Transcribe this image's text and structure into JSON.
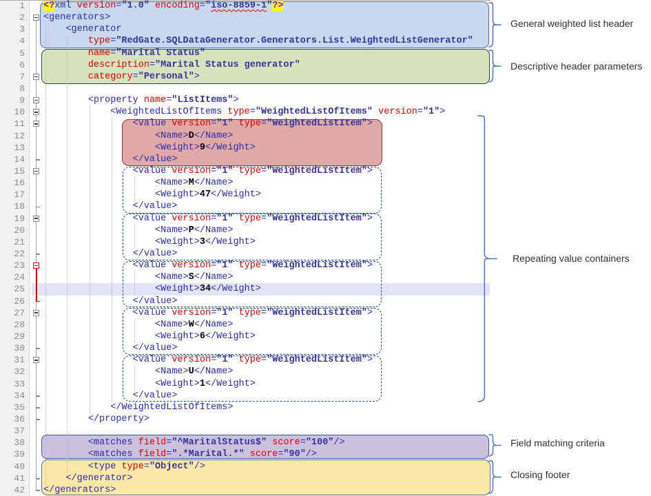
{
  "window": {
    "type": "xml-code-editor",
    "language": "xml"
  },
  "editor": {
    "current_line": 25,
    "current_line_color": "#e3e3f8",
    "pi_highlight_color": "#ffff00",
    "squiggle_text": "iso-8859-1",
    "token_styles": {
      "t": "tag",
      "a": "attribute-name",
      "e": "equals",
      "v": "attribute-value",
      "x": "text-content",
      "p": "processing-instruction-delimiter",
      "s": "whitespace",
      "w": "misspelled-attribute-value"
    },
    "lines": [
      {
        "n": 1,
        "tokens": [
          [
            "p",
            "<?"
          ],
          [
            "t",
            "xml"
          ],
          [
            "s",
            " "
          ],
          [
            "a",
            "version"
          ],
          [
            "e",
            "="
          ],
          [
            "v",
            "\"1.0\""
          ],
          [
            "s",
            " "
          ],
          [
            "a",
            "encoding"
          ],
          [
            "e",
            "="
          ],
          [
            "v",
            "\""
          ],
          [
            "w",
            "iso-8859-1"
          ],
          [
            "v",
            "\""
          ],
          [
            "p",
            "?>"
          ]
        ]
      },
      {
        "n": 2,
        "fold": "box",
        "tokens": [
          [
            "t",
            "<generators>"
          ]
        ]
      },
      {
        "n": 3,
        "tokens": [
          [
            "s",
            "    "
          ],
          [
            "t",
            "<generator"
          ]
        ]
      },
      {
        "n": 4,
        "tokens": [
          [
            "s",
            "        "
          ],
          [
            "a",
            "type"
          ],
          [
            "e",
            "="
          ],
          [
            "v",
            "\"RedGate.SQLDataGenerator.Generators.List.WeightedListGenerator\""
          ]
        ]
      },
      {
        "n": 5,
        "tokens": [
          [
            "s",
            "        "
          ],
          [
            "a",
            "name"
          ],
          [
            "e",
            "="
          ],
          [
            "v",
            "\"Marital Status\""
          ]
        ]
      },
      {
        "n": 6,
        "tokens": [
          [
            "s",
            "        "
          ],
          [
            "a",
            "description"
          ],
          [
            "e",
            "="
          ],
          [
            "v",
            "\"Marital Status generator\""
          ]
        ]
      },
      {
        "n": 7,
        "fold": "box",
        "tokens": [
          [
            "s",
            "        "
          ],
          [
            "a",
            "category"
          ],
          [
            "e",
            "="
          ],
          [
            "v",
            "\"Personal\""
          ],
          [
            "t",
            ">"
          ]
        ]
      },
      {
        "n": 8,
        "tokens": []
      },
      {
        "n": 9,
        "fold": "box",
        "tokens": [
          [
            "s",
            "        "
          ],
          [
            "t",
            "<property"
          ],
          [
            "s",
            " "
          ],
          [
            "a",
            "name"
          ],
          [
            "e",
            "="
          ],
          [
            "v",
            "\"ListItems\""
          ],
          [
            "t",
            ">"
          ]
        ]
      },
      {
        "n": 10,
        "fold": "box",
        "tokens": [
          [
            "s",
            "            "
          ],
          [
            "t",
            "<WeightedListOfItems"
          ],
          [
            "s",
            " "
          ],
          [
            "a",
            "type"
          ],
          [
            "e",
            "="
          ],
          [
            "v",
            "\"WeightedListOfItems\""
          ],
          [
            "s",
            " "
          ],
          [
            "a",
            "version"
          ],
          [
            "e",
            "="
          ],
          [
            "v",
            "\"1\""
          ],
          [
            "t",
            ">"
          ]
        ]
      },
      {
        "n": 11,
        "fold": "box",
        "tokens": [
          [
            "s",
            "                "
          ],
          [
            "t",
            "<value"
          ],
          [
            "s",
            " "
          ],
          [
            "a",
            "version"
          ],
          [
            "e",
            "="
          ],
          [
            "v",
            "\"1\""
          ],
          [
            "s",
            " "
          ],
          [
            "a",
            "type"
          ],
          [
            "e",
            "="
          ],
          [
            "v",
            "\"WeightedListItem\""
          ],
          [
            "t",
            ">"
          ]
        ]
      },
      {
        "n": 12,
        "tokens": [
          [
            "s",
            "                    "
          ],
          [
            "t",
            "<Name>"
          ],
          [
            "x",
            "D"
          ],
          [
            "t",
            "</Name>"
          ]
        ]
      },
      {
        "n": 13,
        "tokens": [
          [
            "s",
            "                    "
          ],
          [
            "t",
            "<Weight>"
          ],
          [
            "x",
            "9"
          ],
          [
            "t",
            "</Weight>"
          ]
        ]
      },
      {
        "n": 14,
        "fold": "tick",
        "tokens": [
          [
            "s",
            "                "
          ],
          [
            "t",
            "</value>"
          ]
        ]
      },
      {
        "n": 15,
        "fold": "box",
        "tokens": [
          [
            "s",
            "                "
          ],
          [
            "t",
            "<value"
          ],
          [
            "s",
            " "
          ],
          [
            "a",
            "version"
          ],
          [
            "e",
            "="
          ],
          [
            "v",
            "\"1\""
          ],
          [
            "s",
            " "
          ],
          [
            "a",
            "type"
          ],
          [
            "e",
            "="
          ],
          [
            "v",
            "\"WeightedListItem\""
          ],
          [
            "t",
            ">"
          ]
        ]
      },
      {
        "n": 16,
        "tokens": [
          [
            "s",
            "                    "
          ],
          [
            "t",
            "<Name>"
          ],
          [
            "x",
            "M"
          ],
          [
            "t",
            "</Name>"
          ]
        ]
      },
      {
        "n": 17,
        "tokens": [
          [
            "s",
            "                    "
          ],
          [
            "t",
            "<Weight>"
          ],
          [
            "x",
            "47"
          ],
          [
            "t",
            "</Weight>"
          ]
        ]
      },
      {
        "n": 18,
        "fold": "tick",
        "tokens": [
          [
            "s",
            "                "
          ],
          [
            "t",
            "</value>"
          ]
        ]
      },
      {
        "n": 19,
        "fold": "box",
        "tokens": [
          [
            "s",
            "                "
          ],
          [
            "t",
            "<value"
          ],
          [
            "s",
            " "
          ],
          [
            "a",
            "version"
          ],
          [
            "e",
            "="
          ],
          [
            "v",
            "\"1\""
          ],
          [
            "s",
            " "
          ],
          [
            "a",
            "type"
          ],
          [
            "e",
            "="
          ],
          [
            "v",
            "\"WeightedListItem\""
          ],
          [
            "t",
            ">"
          ]
        ]
      },
      {
        "n": 20,
        "tokens": [
          [
            "s",
            "                    "
          ],
          [
            "t",
            "<Name>"
          ],
          [
            "x",
            "P"
          ],
          [
            "t",
            "</Name>"
          ]
        ]
      },
      {
        "n": 21,
        "tokens": [
          [
            "s",
            "                    "
          ],
          [
            "t",
            "<Weight>"
          ],
          [
            "x",
            "3"
          ],
          [
            "t",
            "</Weight>"
          ]
        ]
      },
      {
        "n": 22,
        "fold": "tick",
        "tokens": [
          [
            "s",
            "                "
          ],
          [
            "t",
            "</value>"
          ]
        ]
      },
      {
        "n": 23,
        "fold": "boxRed",
        "tokens": [
          [
            "s",
            "                "
          ],
          [
            "t",
            "<value"
          ],
          [
            "s",
            " "
          ],
          [
            "a",
            "version"
          ],
          [
            "e",
            "="
          ],
          [
            "v",
            "\"1\""
          ],
          [
            "s",
            " "
          ],
          [
            "a",
            "type"
          ],
          [
            "e",
            "="
          ],
          [
            "v",
            "\"WeightedListItem\""
          ],
          [
            "t",
            ">"
          ]
        ]
      },
      {
        "n": 24,
        "tokens": [
          [
            "s",
            "                    "
          ],
          [
            "t",
            "<Name>"
          ],
          [
            "x",
            "S"
          ],
          [
            "t",
            "</Name>"
          ]
        ]
      },
      {
        "n": 25,
        "tokens": [
          [
            "s",
            "                    "
          ],
          [
            "t",
            "<Weight>"
          ],
          [
            "x",
            "34"
          ],
          [
            "t",
            "</Weight>"
          ]
        ]
      },
      {
        "n": 26,
        "fold": "tickRed",
        "tokens": [
          [
            "s",
            "                "
          ],
          [
            "t",
            "</value>"
          ]
        ]
      },
      {
        "n": 27,
        "fold": "box",
        "tokens": [
          [
            "s",
            "                "
          ],
          [
            "t",
            "<value"
          ],
          [
            "s",
            " "
          ],
          [
            "a",
            "version"
          ],
          [
            "e",
            "="
          ],
          [
            "v",
            "\"1\""
          ],
          [
            "s",
            " "
          ],
          [
            "a",
            "type"
          ],
          [
            "e",
            "="
          ],
          [
            "v",
            "\"WeightedListItem\""
          ],
          [
            "t",
            ">"
          ]
        ]
      },
      {
        "n": 28,
        "tokens": [
          [
            "s",
            "                    "
          ],
          [
            "t",
            "<Name>"
          ],
          [
            "x",
            "W"
          ],
          [
            "t",
            "</Name>"
          ]
        ]
      },
      {
        "n": 29,
        "tokens": [
          [
            "s",
            "                    "
          ],
          [
            "t",
            "<Weight>"
          ],
          [
            "x",
            "6"
          ],
          [
            "t",
            "</Weight>"
          ]
        ]
      },
      {
        "n": 30,
        "fold": "tick",
        "tokens": [
          [
            "s",
            "                "
          ],
          [
            "t",
            "</value>"
          ]
        ]
      },
      {
        "n": 31,
        "fold": "box",
        "tokens": [
          [
            "s",
            "                "
          ],
          [
            "t",
            "<value"
          ],
          [
            "s",
            " "
          ],
          [
            "a",
            "version"
          ],
          [
            "e",
            "="
          ],
          [
            "v",
            "\"1\""
          ],
          [
            "s",
            " "
          ],
          [
            "a",
            "type"
          ],
          [
            "e",
            "="
          ],
          [
            "v",
            "\"WeightedListItem\""
          ],
          [
            "t",
            ">"
          ]
        ]
      },
      {
        "n": 32,
        "tokens": [
          [
            "s",
            "                    "
          ],
          [
            "t",
            "<Name>"
          ],
          [
            "x",
            "U"
          ],
          [
            "t",
            "</Name>"
          ]
        ]
      },
      {
        "n": 33,
        "tokens": [
          [
            "s",
            "                    "
          ],
          [
            "t",
            "<Weight>"
          ],
          [
            "x",
            "1"
          ],
          [
            "t",
            "</Weight>"
          ]
        ]
      },
      {
        "n": 34,
        "fold": "tick",
        "tokens": [
          [
            "s",
            "                "
          ],
          [
            "t",
            "</value>"
          ]
        ]
      },
      {
        "n": 35,
        "fold": "tick",
        "tokens": [
          [
            "s",
            "            "
          ],
          [
            "t",
            "</WeightedListOfItems>"
          ]
        ]
      },
      {
        "n": 36,
        "fold": "tick",
        "tokens": [
          [
            "s",
            "        "
          ],
          [
            "t",
            "</property>"
          ]
        ]
      },
      {
        "n": 37,
        "tokens": []
      },
      {
        "n": 38,
        "tokens": [
          [
            "s",
            "        "
          ],
          [
            "t",
            "<matches"
          ],
          [
            "s",
            " "
          ],
          [
            "a",
            "field"
          ],
          [
            "e",
            "="
          ],
          [
            "v",
            "\"^MaritalStatus$\""
          ],
          [
            "s",
            " "
          ],
          [
            "a",
            "score"
          ],
          [
            "e",
            "="
          ],
          [
            "v",
            "\"100\""
          ],
          [
            "t",
            "/>"
          ]
        ]
      },
      {
        "n": 39,
        "tokens": [
          [
            "s",
            "        "
          ],
          [
            "t",
            "<matches"
          ],
          [
            "s",
            " "
          ],
          [
            "a",
            "field"
          ],
          [
            "e",
            "="
          ],
          [
            "v",
            "\".*Marital.*\""
          ],
          [
            "s",
            " "
          ],
          [
            "a",
            "score"
          ],
          [
            "e",
            "="
          ],
          [
            "v",
            "\"90\""
          ],
          [
            "t",
            "/>"
          ]
        ]
      },
      {
        "n": 40,
        "tokens": [
          [
            "s",
            "        "
          ],
          [
            "t",
            "<type"
          ],
          [
            "s",
            " "
          ],
          [
            "a",
            "type"
          ],
          [
            "e",
            "="
          ],
          [
            "v",
            "\"Object\""
          ],
          [
            "t",
            "/>"
          ]
        ]
      },
      {
        "n": 41,
        "fold": "tick",
        "tokens": [
          [
            "s",
            "    "
          ],
          [
            "t",
            "</generator>"
          ]
        ]
      },
      {
        "n": 42,
        "fold": "tick",
        "tokens": [
          [
            "t",
            "</generators>"
          ]
        ]
      }
    ]
  },
  "blocks": [
    {
      "id": "general-header",
      "lines": [
        1,
        4
      ],
      "fill": "#c9d7ef",
      "stroke": "#4c74ad",
      "border_style": "solid"
    },
    {
      "id": "descriptive-params",
      "lines": [
        5,
        7
      ],
      "fill": "#d7e3bc",
      "stroke": "#2f4260",
      "border_style": "solid"
    },
    {
      "id": "value-container-1",
      "lines": [
        11,
        14
      ],
      "fill": "#dfa9a8",
      "stroke": "#943634",
      "border_style": "solid"
    },
    {
      "id": "value-container-2",
      "lines": [
        15,
        18
      ],
      "fill": "none",
      "stroke": "#1c4f96",
      "border_style": "dashed"
    },
    {
      "id": "value-container-3",
      "lines": [
        19,
        22
      ],
      "fill": "none",
      "stroke": "#1c4f96",
      "border_style": "dashed"
    },
    {
      "id": "value-container-4",
      "lines": [
        23,
        26
      ],
      "fill": "none",
      "stroke": "#1c4f96",
      "border_style": "dashed"
    },
    {
      "id": "value-container-5",
      "lines": [
        27,
        30
      ],
      "fill": "none",
      "stroke": "#1c4f96",
      "border_style": "dashed"
    },
    {
      "id": "value-container-6",
      "lines": [
        31,
        34
      ],
      "fill": "none",
      "stroke": "#1c4f96",
      "border_style": "dashed"
    },
    {
      "id": "field-matching",
      "lines": [
        38,
        39
      ],
      "fill": "#cbc1dc",
      "stroke": "#3d5e9e",
      "border_style": "solid"
    },
    {
      "id": "closing-footer",
      "lines": [
        40,
        42
      ],
      "fill": "#fce8a6",
      "stroke": "#4a71b8",
      "border_style": "solid"
    }
  ],
  "annotations": {
    "connector_color": "#4472c4",
    "items": [
      {
        "id": "general-header-note",
        "label": "General weighted list header"
      },
      {
        "id": "descriptive-note",
        "label": "Descriptive header parameters"
      },
      {
        "id": "repeating-note",
        "label": "Repeating value containers"
      },
      {
        "id": "matching-note",
        "label": "Field matching criteria"
      },
      {
        "id": "closing-note",
        "label": "Closing footer"
      }
    ]
  }
}
